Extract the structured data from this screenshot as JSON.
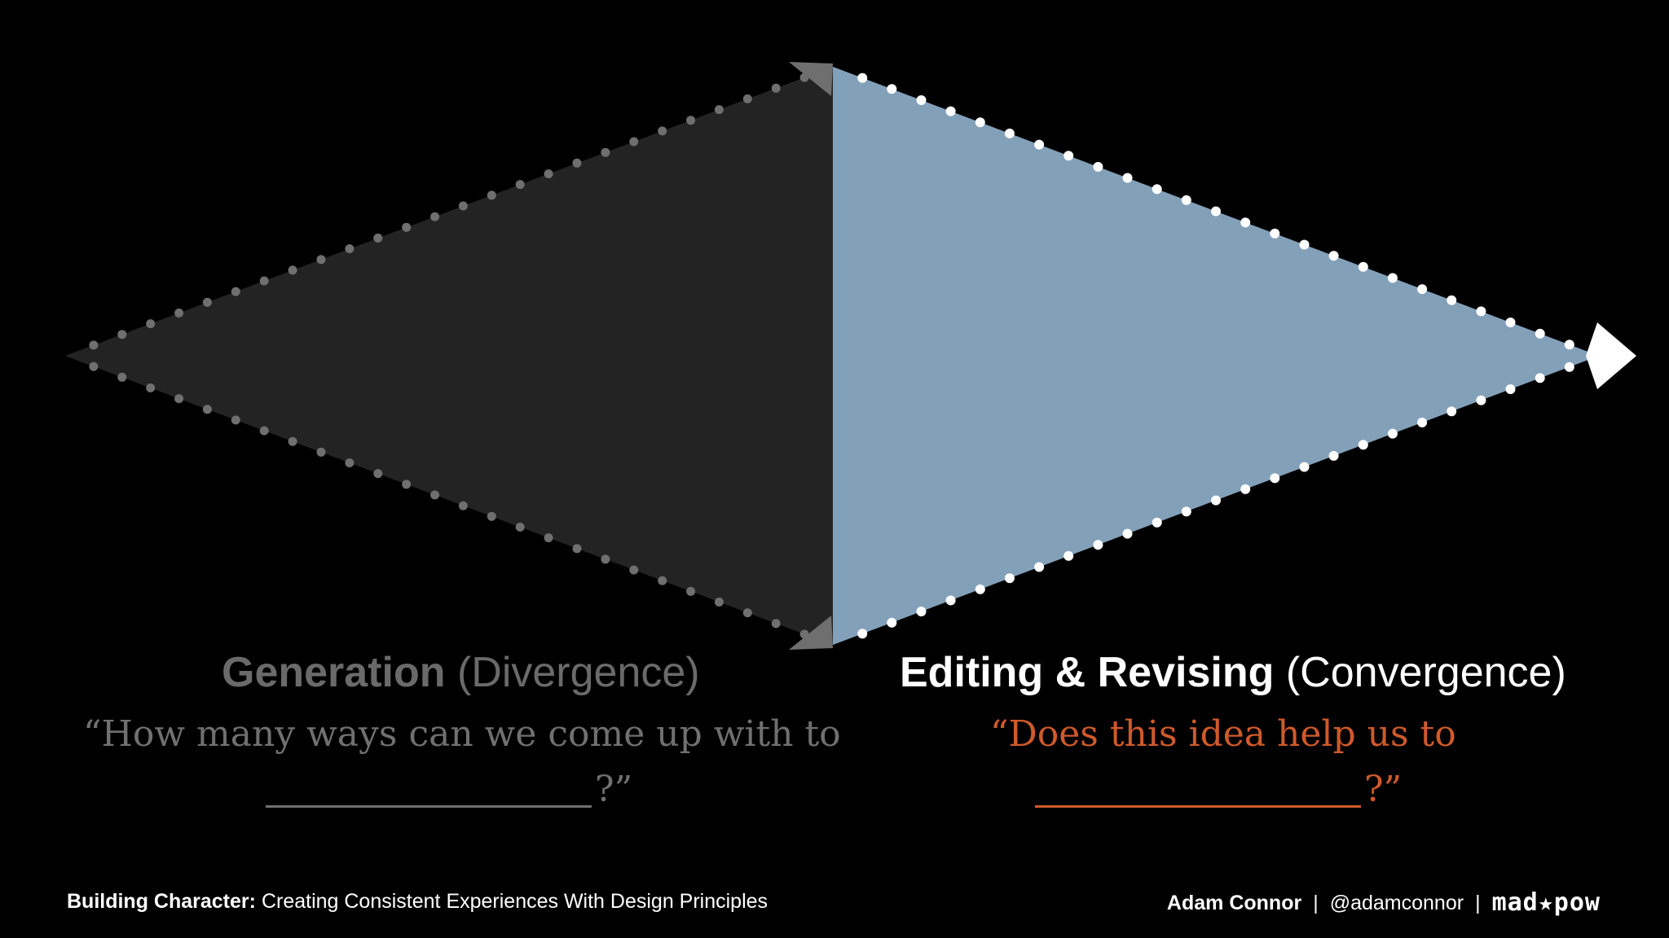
{
  "generation": {
    "title": "Generation",
    "subtitle": "(Divergence)",
    "quote_line1": "“How many ways can we come up with to",
    "quote_line2_end": "?”"
  },
  "editing": {
    "title": "Editing & Revising",
    "subtitle": "(Convergence)",
    "quote_line1": "“Does this idea help us to",
    "quote_line2_end": "?”"
  },
  "footer": {
    "talk_title_bold": "Building Character:",
    "talk_title_rest": "Creating Consistent Experiences With Design Principles",
    "speaker": "Adam Connor",
    "separator": "|",
    "handle": "@adamconnor",
    "logo": "mad★pow"
  },
  "colors": {
    "background": "#000000",
    "diverge_fill": "#232323",
    "diverge_dots": "#6f6f6f",
    "converge_fill": "#83a0b9",
    "converge_dots": "#ffffff",
    "accent_orange": "#cf5a2a",
    "muted_text": "#6a6a6a"
  }
}
